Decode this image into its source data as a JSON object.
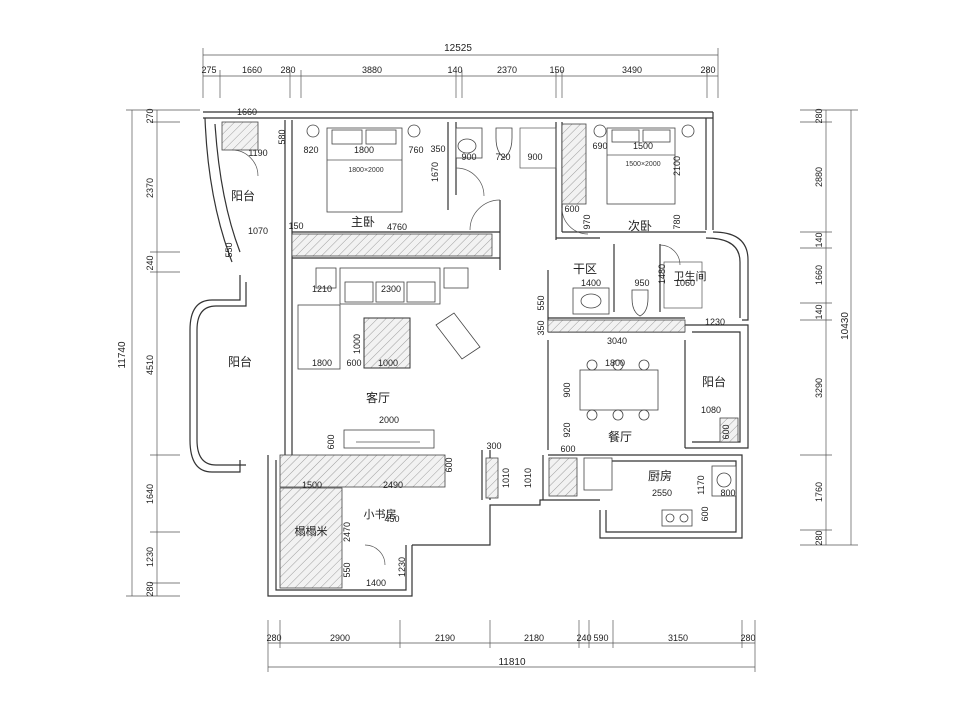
{
  "top_dims": {
    "total": "12525",
    "segments": [
      "275",
      "1660",
      "280",
      "3880",
      "140",
      "2370",
      "150",
      "3490",
      "280"
    ]
  },
  "bottom_dims": {
    "total": "11810",
    "segments": [
      "280",
      "2900",
      "2190",
      "2180",
      "240",
      "590",
      "3150",
      "280"
    ]
  },
  "left_dims": {
    "total": "11740",
    "segments": [
      "270",
      "2370",
      "240",
      "4510",
      "1640",
      "1230",
      "280"
    ]
  },
  "right_dims": {
    "total": "10430",
    "segments": [
      "280",
      "2880",
      "140",
      "1660",
      "140",
      "3290",
      "1760",
      "280"
    ]
  },
  "rooms": {
    "master_bedroom": "主卧",
    "second_bedroom": "次卧",
    "balcony_nw": "阳台",
    "balcony_w": "阳台",
    "balcony_e": "阳台",
    "dry_area": "干区",
    "bathroom": "卫生间",
    "living_room": "客厅",
    "dining_room": "餐厅",
    "kitchen": "厨房",
    "study": "小书房",
    "tatami": "榻榻米"
  },
  "inner_dims": {
    "d1660_top": "1660",
    "d1190": "1190",
    "d580": "580",
    "d1070": "1070",
    "d550_left": "550",
    "d820": "820",
    "d1800": "1800",
    "d760": "760",
    "d1670": "1670",
    "bed_master": "1800×2000",
    "d4760": "4760",
    "d150": "150",
    "d350": "350",
    "d900a": "900",
    "d720": "720",
    "d900b": "900",
    "d690": "690",
    "d1500": "1500",
    "d2100": "2100",
    "bed_second": "1500×2000",
    "d600_sb": "600",
    "d970": "970",
    "d780": "780",
    "d1210": "1210",
    "d2300": "2300",
    "d1400_dry": "1400",
    "d950": "950",
    "d1480": "1480",
    "d1060": "1060",
    "d550_dry": "550",
    "d350_dry": "350",
    "d1230": "1230",
    "d3040": "3040",
    "d1800_dn": "1800",
    "d900_dn": "900",
    "d920": "920",
    "d1080": "1080",
    "d600_bal": "600",
    "d1000a": "1000",
    "d1000b": "1000",
    "d600_lr": "600",
    "d1800_lr": "1800",
    "d2000": "2000",
    "d600_tv": "600",
    "d300": "300",
    "d1010a": "1010",
    "d1010b": "1010",
    "d1500_st": "1500",
    "d2490": "2490",
    "d600_st": "600",
    "d450": "450",
    "d2470": "2470",
    "d550_st": "550",
    "d1400_st": "1400",
    "d1230_st": "1230",
    "d600_k": "600",
    "d2550": "2550",
    "d1170": "1170",
    "d800": "800",
    "d600_k2": "600"
  }
}
